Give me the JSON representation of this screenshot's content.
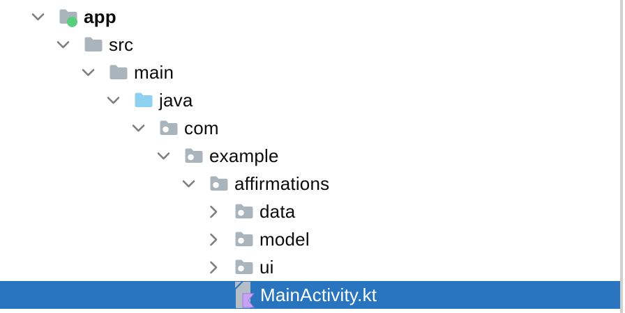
{
  "window": {
    "background": "#ffffff",
    "right_border_color": "#cfcfcf"
  },
  "colors": {
    "selection_blue": "#2874bf",
    "folder_gray": "#aab4bc",
    "source_root_blue": "#8dd0ef",
    "module_badge_green": "#57cf7c",
    "package_dot_white": "#ffffff",
    "chevron_gray": "#7d7d7d",
    "text_color": "#0a0a0a",
    "selected_text_color": "#ffffff",
    "kotlin_page_gray": "#b7bdc4",
    "kotlin_k_purple": "#c7a3f3"
  },
  "project_tree": {
    "rows": [
      {
        "label": "app",
        "depth": 0,
        "state": "expanded",
        "icon": "android-module-folder",
        "bold": true,
        "selected": false
      },
      {
        "label": "src",
        "depth": 1,
        "state": "expanded",
        "icon": "folder",
        "bold": false,
        "selected": false
      },
      {
        "label": "main",
        "depth": 2,
        "state": "expanded",
        "icon": "folder",
        "bold": false,
        "selected": false
      },
      {
        "label": "java",
        "depth": 3,
        "state": "expanded",
        "icon": "source-folder",
        "bold": false,
        "selected": false
      },
      {
        "label": "com",
        "depth": 4,
        "state": "expanded",
        "icon": "package",
        "bold": false,
        "selected": false
      },
      {
        "label": "example",
        "depth": 5,
        "state": "expanded",
        "icon": "package",
        "bold": false,
        "selected": false
      },
      {
        "label": "affirmations",
        "depth": 6,
        "state": "expanded",
        "icon": "package",
        "bold": false,
        "selected": false
      },
      {
        "label": "data",
        "depth": 7,
        "state": "collapsed",
        "icon": "package",
        "bold": false,
        "selected": false
      },
      {
        "label": "model",
        "depth": 7,
        "state": "collapsed",
        "icon": "package",
        "bold": false,
        "selected": false
      },
      {
        "label": "ui",
        "depth": 7,
        "state": "collapsed",
        "icon": "package",
        "bold": false,
        "selected": false
      },
      {
        "label": "MainActivity.kt",
        "depth": 7,
        "state": "none",
        "icon": "kotlin-file",
        "bold": false,
        "selected": true
      }
    ]
  }
}
